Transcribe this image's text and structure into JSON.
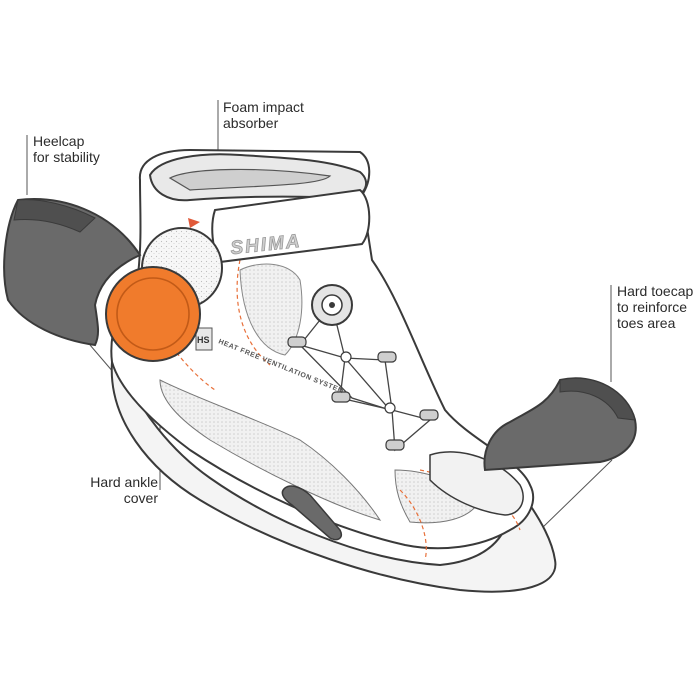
{
  "labels": {
    "foam": {
      "line1": "Foam impact",
      "line2": "absorber"
    },
    "heelcap": {
      "line1": "Heelcap",
      "line2": "for stability"
    },
    "toecap": {
      "line1": "Hard toecap",
      "line2": "to reinforce",
      "line3": "toes area"
    },
    "ankle": {
      "line1": "Hard ankle",
      "line2": "cover"
    }
  },
  "shoe": {
    "brand": "SHIMA",
    "ventilation": "HEAT FREE VENTILATION SYSTEM",
    "badge": "HS"
  },
  "colors": {
    "accent_orange": "#f07b2c",
    "cap_gray": "#6a6a6a",
    "outline": "#3a3a3a",
    "mesh": "#e6e6e6",
    "stitch": "#e8703a"
  }
}
